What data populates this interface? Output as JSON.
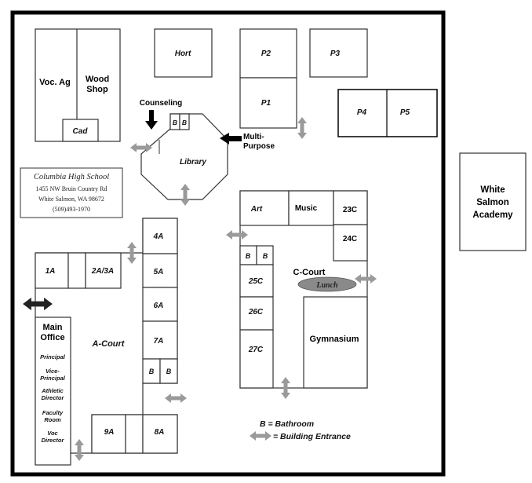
{
  "map": {
    "rooms": {
      "voc_ag": "Voc. Ag",
      "wood_shop": "Wood Shop",
      "cad": "Cad",
      "hort": "Hort",
      "p1": "P1",
      "p2": "P2",
      "p3": "P3",
      "p4": "P4",
      "p5": "P5",
      "counseling": "Counseling",
      "library": "Library",
      "multi_purpose": "Multi-Purpose",
      "b": "B",
      "art": "Art",
      "music": "Music",
      "r23c": "23C",
      "r24c": "24C",
      "c_court": "C-Court",
      "lunch": "Lunch",
      "r25c": "25C",
      "r26c": "26C",
      "r27c": "27C",
      "gymnasium": "Gymnasium",
      "r1a": "1A",
      "r2a3a": "2A/3A",
      "r4a": "4A",
      "r5a": "5A",
      "r6a": "6A",
      "r7a": "7A",
      "r8a": "8A",
      "r9a": "9A",
      "a_court": "A-Court",
      "main_office": "Main Office",
      "principal": "Principal",
      "vice_principal": "Vice-Principal",
      "athletic_director": "Athletic Director",
      "faculty_room": "Faculty Room",
      "voc_director": "Voc Director"
    },
    "school_info": {
      "name": "Columbia High School",
      "address": "1455 NW Bruin Country Rd",
      "city": "White Salmon, WA 98672",
      "phone": "(509)493-1970"
    },
    "white_salmon_academy": "White Salmon Academy",
    "legend": {
      "bathroom": "B = Bathroom",
      "entrance": "= Building Entrance"
    }
  }
}
